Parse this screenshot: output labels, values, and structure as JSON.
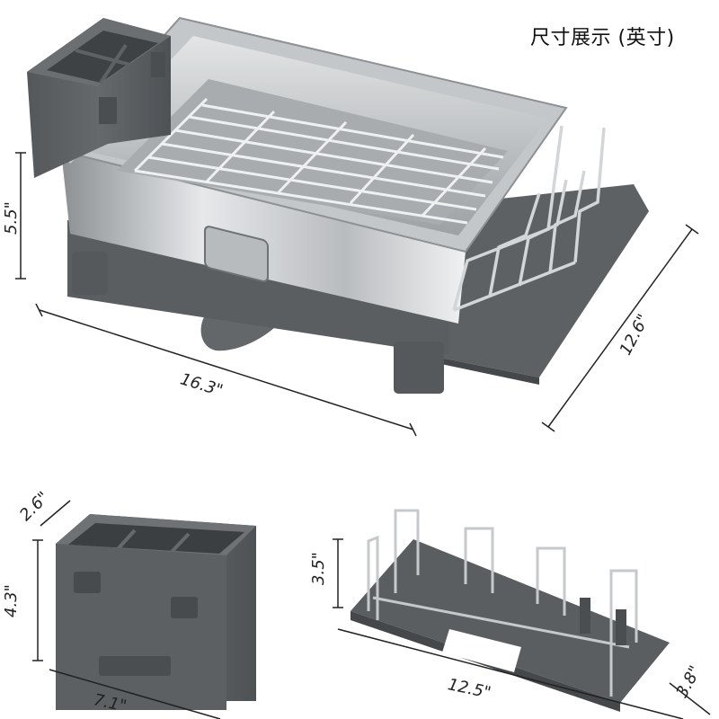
{
  "header": {
    "title": "尺寸展示 (英寸)"
  },
  "dimensions": {
    "main_height": "5.5\"",
    "main_width": "16.3\"",
    "main_depth": "12.6\"",
    "caddy_depth": "2.6\"",
    "caddy_height": "4.3\"",
    "caddy_width": "7.1\"",
    "rack_height": "3.5\"",
    "rack_width": "12.5\"",
    "rack_depth": "3.8\""
  },
  "colors": {
    "plastic_gray": "#5b5f62",
    "plastic_dark": "#44484b",
    "steel_light": "#d7d9db",
    "steel_mid": "#a9adb0",
    "steel_dark": "#7b7f82"
  }
}
